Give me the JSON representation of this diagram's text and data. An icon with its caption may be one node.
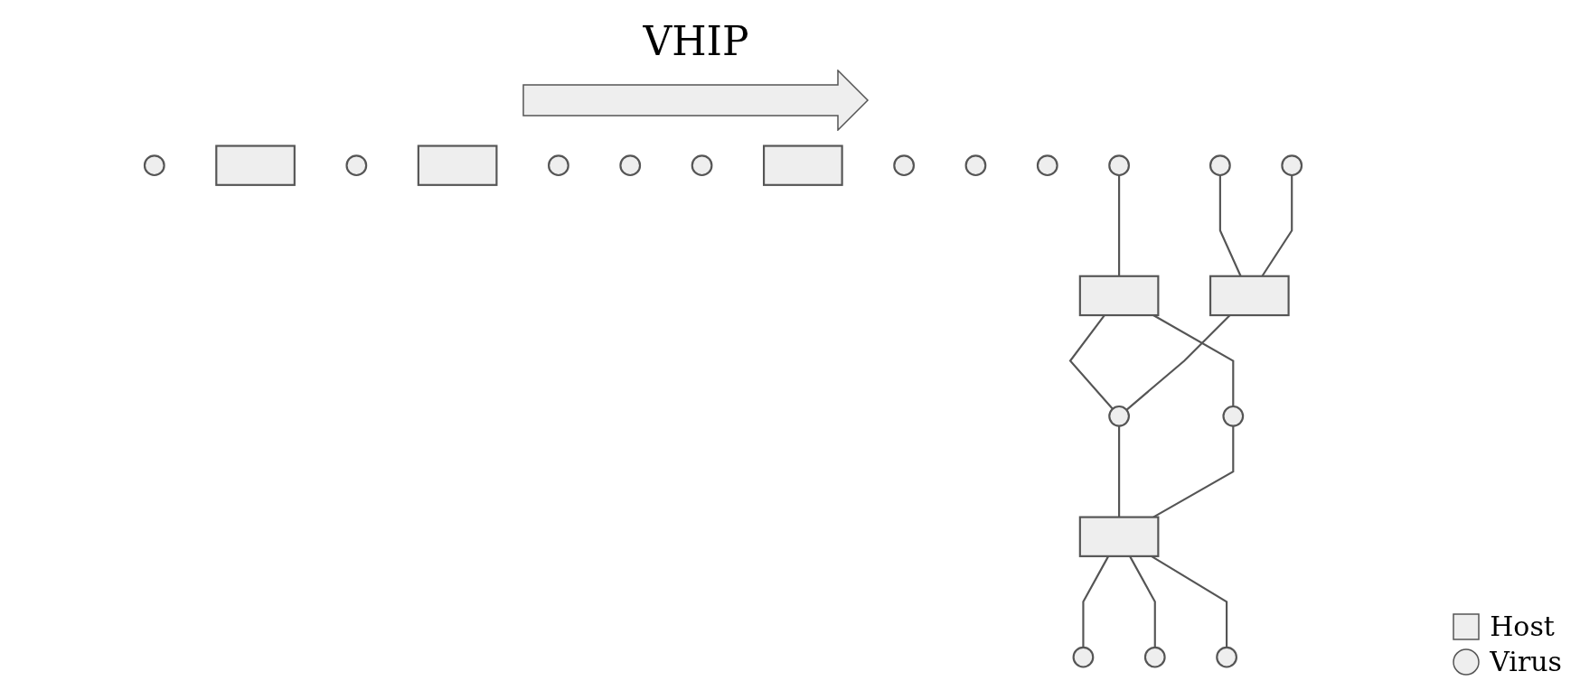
{
  "diagram": {
    "nodes": [
      {
        "text": [],
        "shape": "circle"
      },
      {
        "text": [],
        "shape": "box"
      },
      {
        "text": [],
        "shape": "circle"
      },
      {
        "text": [],
        "shape": "box"
      },
      {
        "text": [],
        "shape": "circle"
      },
      {
        "text": [],
        "shape": "circle"
      },
      {
        "text": [],
        "shape": "circle"
      },
      {
        "text": [],
        "shape": "box"
      },
      {
        "text": [],
        "shape": "circle"
      },
      {
        "text": [],
        "shape": "circle"
      },
      {
        "text": [],
        "shape": "circle"
      },
      {
        "text": [],
        "shape": "circle"
      },
      {
        "text": [],
        "shape": "box"
      },
      {
        "text": [],
        "shape": "circle"
      },
      {
        "text": [],
        "shape": "box"
      },
      {
        "text": [],
        "shape": "circle"
      },
      {
        "text": [],
        "shape": "circle"
      },
      {
        "text": [],
        "shape": "circle"
      },
      {
        "text": [],
        "shape": "box"
      },
      {
        "text": [],
        "shape": "circle"
      },
      {
        "text": [],
        "shape": "circle"
      },
      {
        "text": [],
        "shape": "circle"
      }
    ],
    "edges": [
      {
        "from": 11,
        "to": 12,
        "arrow": "none"
      },
      {
        "from": 12,
        "to": 15,
        "arrow": "none"
      },
      {
        "from": 12,
        "to": 16,
        "arrow": "none"
      },
      {
        "from": 13,
        "to": 14,
        "arrow": "none"
      },
      {
        "from": 17,
        "to": 14,
        "arrow": "none"
      },
      {
        "from": 14,
        "to": 15,
        "arrow": "none"
      },
      {
        "from": 15,
        "to": 18,
        "arrow": "none"
      },
      {
        "from": 16,
        "to": 18,
        "arrow": "none"
      },
      {
        "from": 18,
        "to": 19,
        "arrow": "none"
      },
      {
        "from": 18,
        "to": 21,
        "arrow": "none"
      },
      {
        "from": 18,
        "to": 20,
        "arrow": "none"
      }
    ],
    "labels": [
      "VHIP"
    ],
    "legend": [
      {
        "text": "Host"
      },
      {
        "text": "Virus"
      }
    ]
  }
}
